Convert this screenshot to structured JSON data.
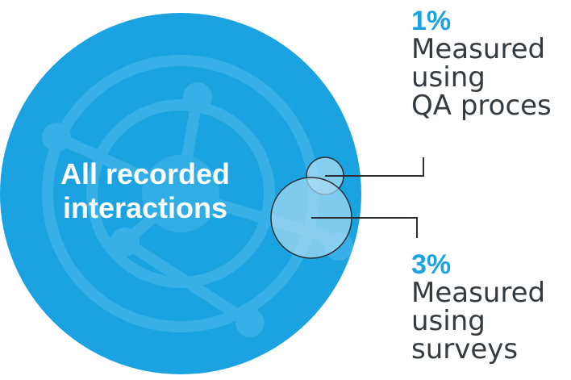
{
  "main": {
    "label_lines": [
      "All recorded",
      "interactions"
    ],
    "color": "#1aa3e0"
  },
  "callouts": [
    {
      "percent": "1%",
      "lines": [
        "Measured",
        "using",
        "QA proces"
      ]
    },
    {
      "percent": "3%",
      "lines": [
        "Measured",
        "using",
        "surveys"
      ]
    }
  ],
  "colors": {
    "accent": "#1aa3e0",
    "text": "#333a40",
    "small_circle_fill": "#a9dcf3",
    "connector": "#2b2f33"
  }
}
